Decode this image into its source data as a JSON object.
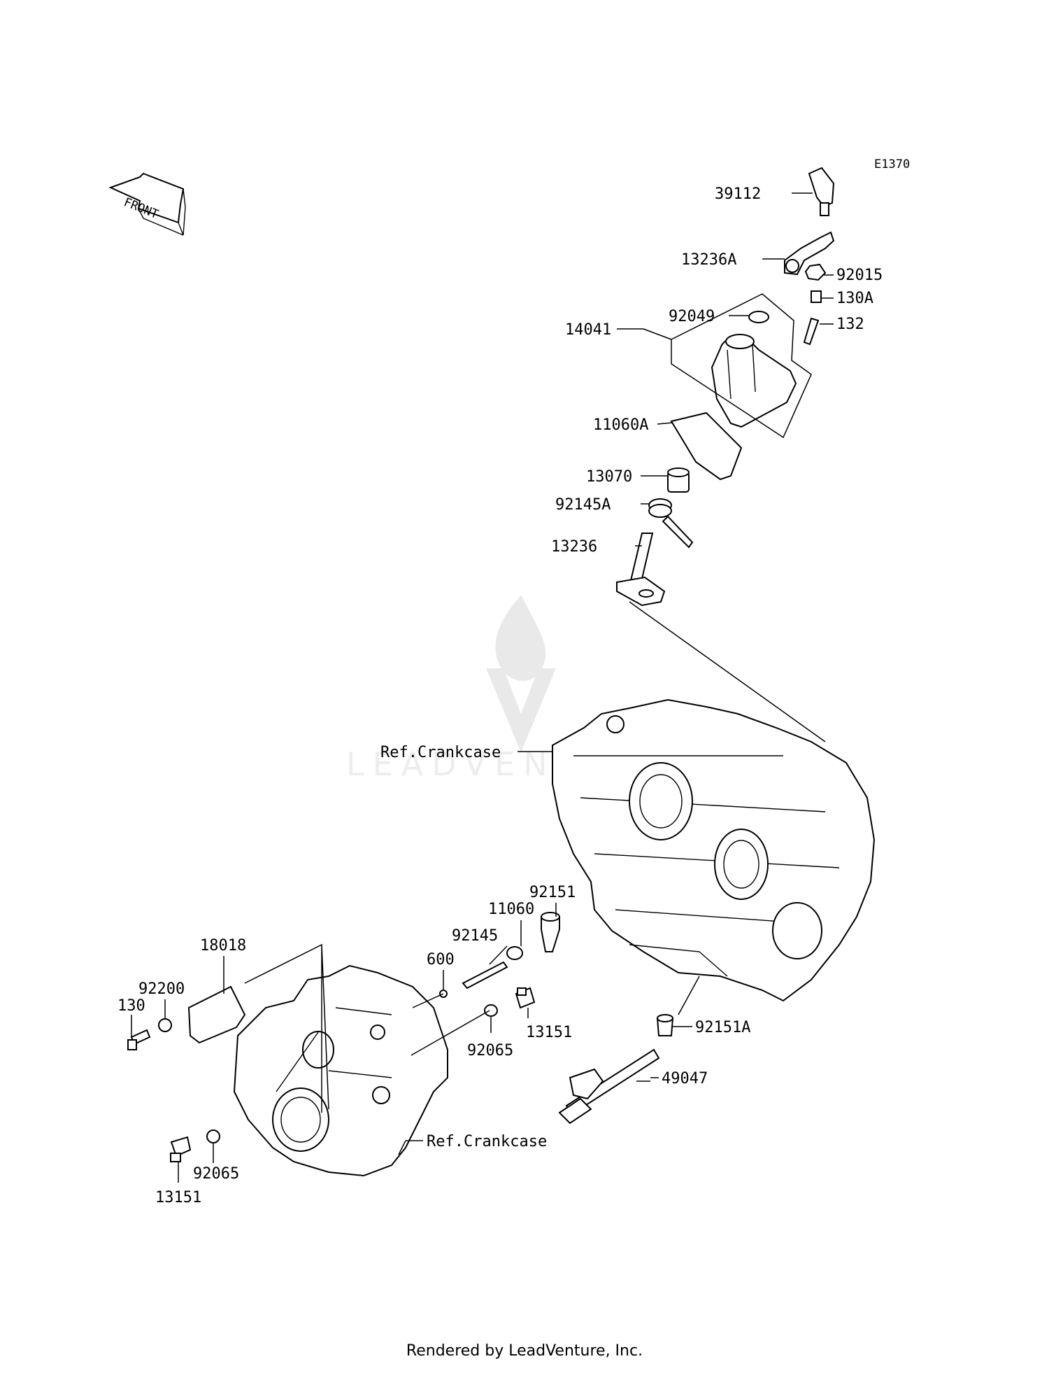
{
  "diagram_code": "E1370",
  "front_label": "FRONT",
  "watermark_text": "LEADVENTURE",
  "footer_text": "Rendered by LeadVenture, Inc.",
  "parts": {
    "p39112": "39112",
    "p13236A": "13236A",
    "p92015": "92015",
    "p130A": "130A",
    "p92049": "92049",
    "p132": "132",
    "p14041": "14041",
    "p11060A": "11060A",
    "p13070": "13070",
    "p92145A": "92145A",
    "p13236": "13236",
    "ref_crankcase_upper": "Ref.Crankcase",
    "p92151": "92151",
    "p11060": "11060",
    "p92145": "92145",
    "p600": "600",
    "p18018": "18018",
    "p92200": "92200",
    "p130": "130",
    "p13151_right": "13151",
    "p92065_right": "92065",
    "p92151A": "92151A",
    "p49047": "49047",
    "ref_crankcase_lower": "Ref.Crankcase",
    "p92065_left": "92065",
    "p13151_left": "13151"
  }
}
